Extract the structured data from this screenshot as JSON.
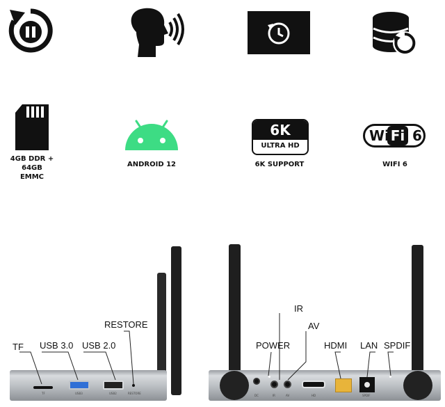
{
  "features_top": [
    {
      "icon": "pause-replay-icon"
    },
    {
      "icon": "voice-control-icon"
    },
    {
      "icon": "timer-screen-icon"
    },
    {
      "icon": "database-restore-icon"
    }
  ],
  "features_bottom": [
    {
      "icon": "memory-card-icon",
      "label": "4GB DDR + 64GB\nEMMC"
    },
    {
      "icon": "android-icon",
      "label": "ANDROID 12"
    },
    {
      "icon": "6k-badge-icon",
      "label": "6K SUPPORT",
      "badge_big": "6K",
      "badge_small": "ULTRA HD"
    },
    {
      "icon": "wifi6-icon",
      "label": "WIFI 6",
      "badge_wi": "Wi",
      "badge_fi": "Fi",
      "badge_six": "6"
    }
  ],
  "front_panel": {
    "labels": {
      "tf": "TF",
      "usb3": "USB 3.0",
      "usb2": "USB 2.0",
      "restore": "RESTORE"
    },
    "tiny": {
      "tf": "TF",
      "usb3": "USB3",
      "usb2": "USB2",
      "restore": "RESTORE"
    }
  },
  "back_panel": {
    "labels": {
      "ir": "IR",
      "av": "AV",
      "power": "POWER",
      "hdmi": "HDMI",
      "lan": "LAN",
      "spdif": "SPDIF"
    },
    "tiny": {
      "dc": "DC",
      "ir": "IR",
      "av": "AV",
      "hd": "HD",
      "spdif": "SPDIF"
    }
  },
  "colors": {
    "android_green": "#3ddc84",
    "usb3_blue": "#2f6fd6",
    "lan_yellow": "#e8b43a",
    "device_silver": "#c4c7cb"
  }
}
